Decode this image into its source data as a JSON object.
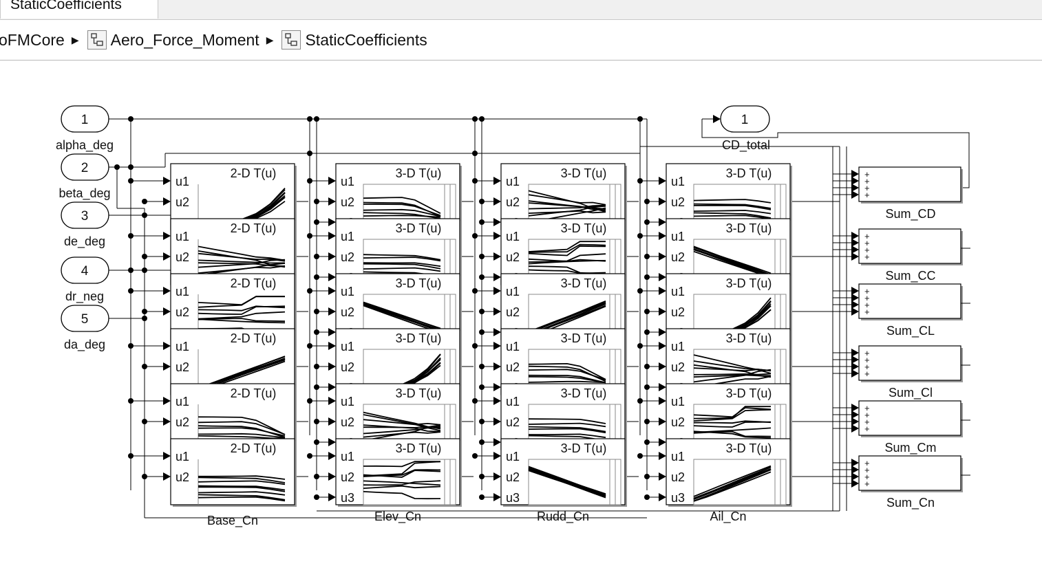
{
  "tab": {
    "label": "StaticCoefficients"
  },
  "breadcrumb": [
    {
      "label": "oFMCore",
      "icon": null
    },
    {
      "label": "Aero_Force_Moment",
      "icon": "subsystem-icon"
    },
    {
      "label": "StaticCoefficients",
      "icon": "subsystem-icon"
    }
  ],
  "inports": [
    {
      "num": "1",
      "name": "alpha_deg"
    },
    {
      "num": "2",
      "name": "beta_deg"
    },
    {
      "num": "3",
      "name": "de_deg"
    },
    {
      "num": "4",
      "name": "dr_neg"
    },
    {
      "num": "5",
      "name": "da_deg"
    }
  ],
  "outports": [
    {
      "num": "1",
      "name": "CD_total"
    }
  ],
  "table_label_2d": "2-D T(u)",
  "table_label_3d": "3-D T(u)",
  "port_labels": [
    "u1",
    "u2",
    "u3"
  ],
  "table_groups": [
    "Base_Cn",
    "Elev_Cn",
    "Rudd_Cn",
    "Ail_Cn"
  ],
  "sum_blocks": [
    "Sum_CD",
    "Sum_CC",
    "Sum_CL",
    "Sum_Cl",
    "Sum_Cm",
    "Sum_Cn"
  ],
  "sum_sign": "+",
  "colors": {
    "line": "#000000",
    "block_fill": "#ffffff",
    "shadow": "#9a9a9a",
    "canvas": "#ffffff"
  }
}
